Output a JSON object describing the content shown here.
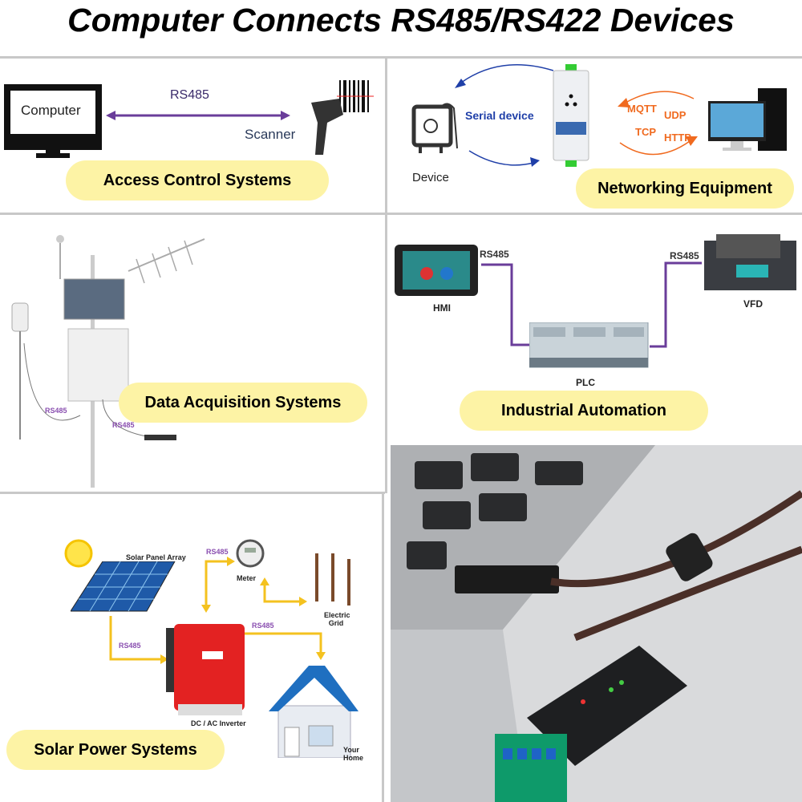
{
  "title": "Computer Connects RS485/RS422 Devices",
  "panels": {
    "access": {
      "label": "Access Control Systems",
      "computer": "Computer",
      "link": "RS485",
      "scanner": "Scanner"
    },
    "networking": {
      "label": "Networking Equipment",
      "serial": "Serial device",
      "device": "Device",
      "protocols": [
        "MQTT",
        "UDP",
        "TCP",
        "HTTP"
      ]
    },
    "data": {
      "label": "Data Acquisition Systems",
      "rs1": "RS485",
      "rs2": "RS485"
    },
    "industrial": {
      "label": "Industrial Automation",
      "rs1": "RS485",
      "rs2": "RS485",
      "hmi": "HMI",
      "plc": "PLC",
      "vfd": "VFD"
    },
    "solar": {
      "label": "Solar Power Systems",
      "array": "Solar Panel Array",
      "meter": "Meter",
      "grid": "Electric Grid",
      "inverter": "DC / AC Inverter",
      "home": "Your Home",
      "rs1": "RS485",
      "rs2": "RS485",
      "rs3": "RS485"
    }
  },
  "colors": {
    "pill": "#fdf3a5",
    "purple": "#6a3d9a",
    "orange": "#f06a1f",
    "blue": "#1f3fa8",
    "arrow": "#f4c21f"
  }
}
